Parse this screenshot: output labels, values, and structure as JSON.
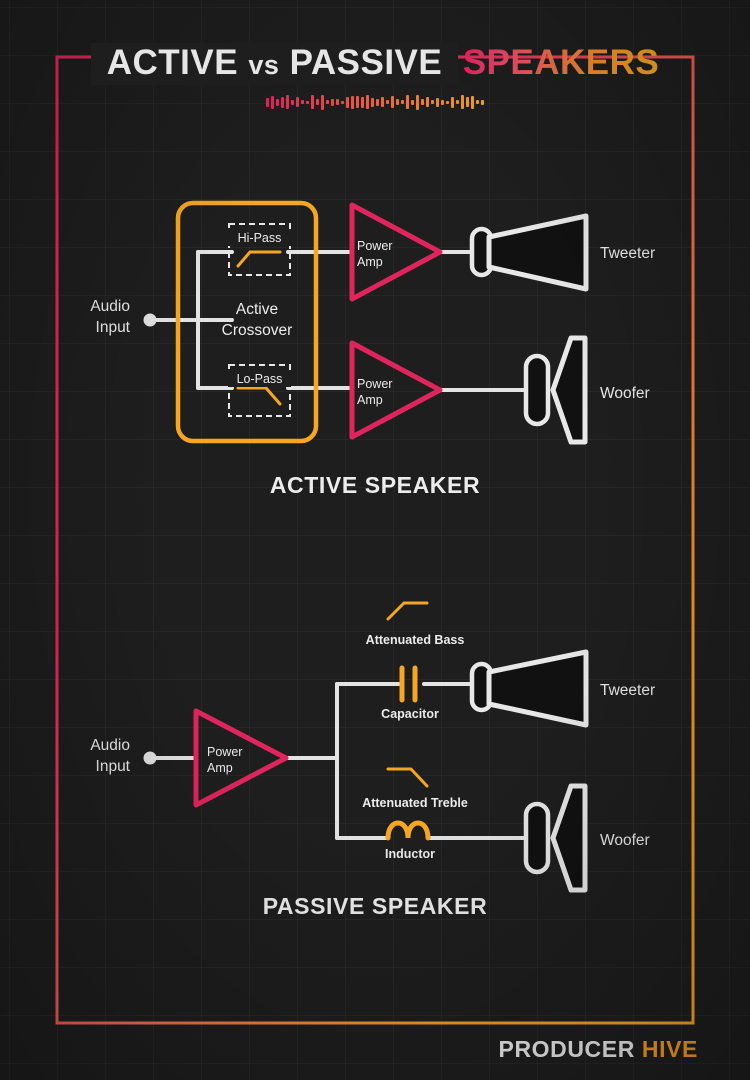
{
  "theme": {
    "bg": "#1e1e1e",
    "wire": "#e3e3e3",
    "amp_pink": "#e0255e",
    "accent_orange": "#f5a623",
    "text": "#ececec",
    "grid_line": "rgba(255,255,255,0.035)"
  },
  "header": {
    "title_line1_a": "ACTIVE",
    "title_line1_vs": "vs",
    "title_line1_b": "PASSIVE",
    "title_line2": "SPEAKERS",
    "waveform_heights": [
      9,
      13,
      7,
      11,
      14,
      5,
      10,
      4,
      3,
      14,
      6,
      15,
      4,
      7,
      6,
      3,
      11,
      13,
      12,
      11,
      14,
      9,
      7,
      10,
      4,
      12,
      6,
      4,
      14,
      5,
      15,
      6,
      10,
      4,
      9,
      5,
      3,
      11,
      4,
      14,
      10,
      13,
      4,
      5
    ]
  },
  "sections": [
    {
      "caption": "ACTIVE SPEAKER"
    },
    {
      "caption": "PASSIVE SPEAKER"
    }
  ],
  "active": {
    "input_label_line1": "Audio",
    "input_label_line2": "Input",
    "crossover_line1": "Active",
    "crossover_line2": "Crossover",
    "hipass_label": "Hi-Pass",
    "lopass_label": "Lo-Pass",
    "amp_top_line1": "Power",
    "amp_top_line2": "Amp",
    "amp_bottom_line1": "Power",
    "amp_bottom_line2": "Amp",
    "driver_top": "Tweeter",
    "driver_bottom": "Woofer"
  },
  "passive": {
    "input_label_line1": "Audio",
    "input_label_line2": "Input",
    "amp_line1": "Power",
    "amp_line2": "Amp",
    "attenuated_bass": "Attenuated Bass",
    "capacitor_label": "Capacitor",
    "attenuated_treble": "Attenuated Treble",
    "inductor_label": "Inductor",
    "driver_top": "Tweeter",
    "driver_bottom": "Woofer"
  },
  "footer": {
    "brand_word1": "PRODUCER",
    "brand_word2": "HIVE"
  }
}
